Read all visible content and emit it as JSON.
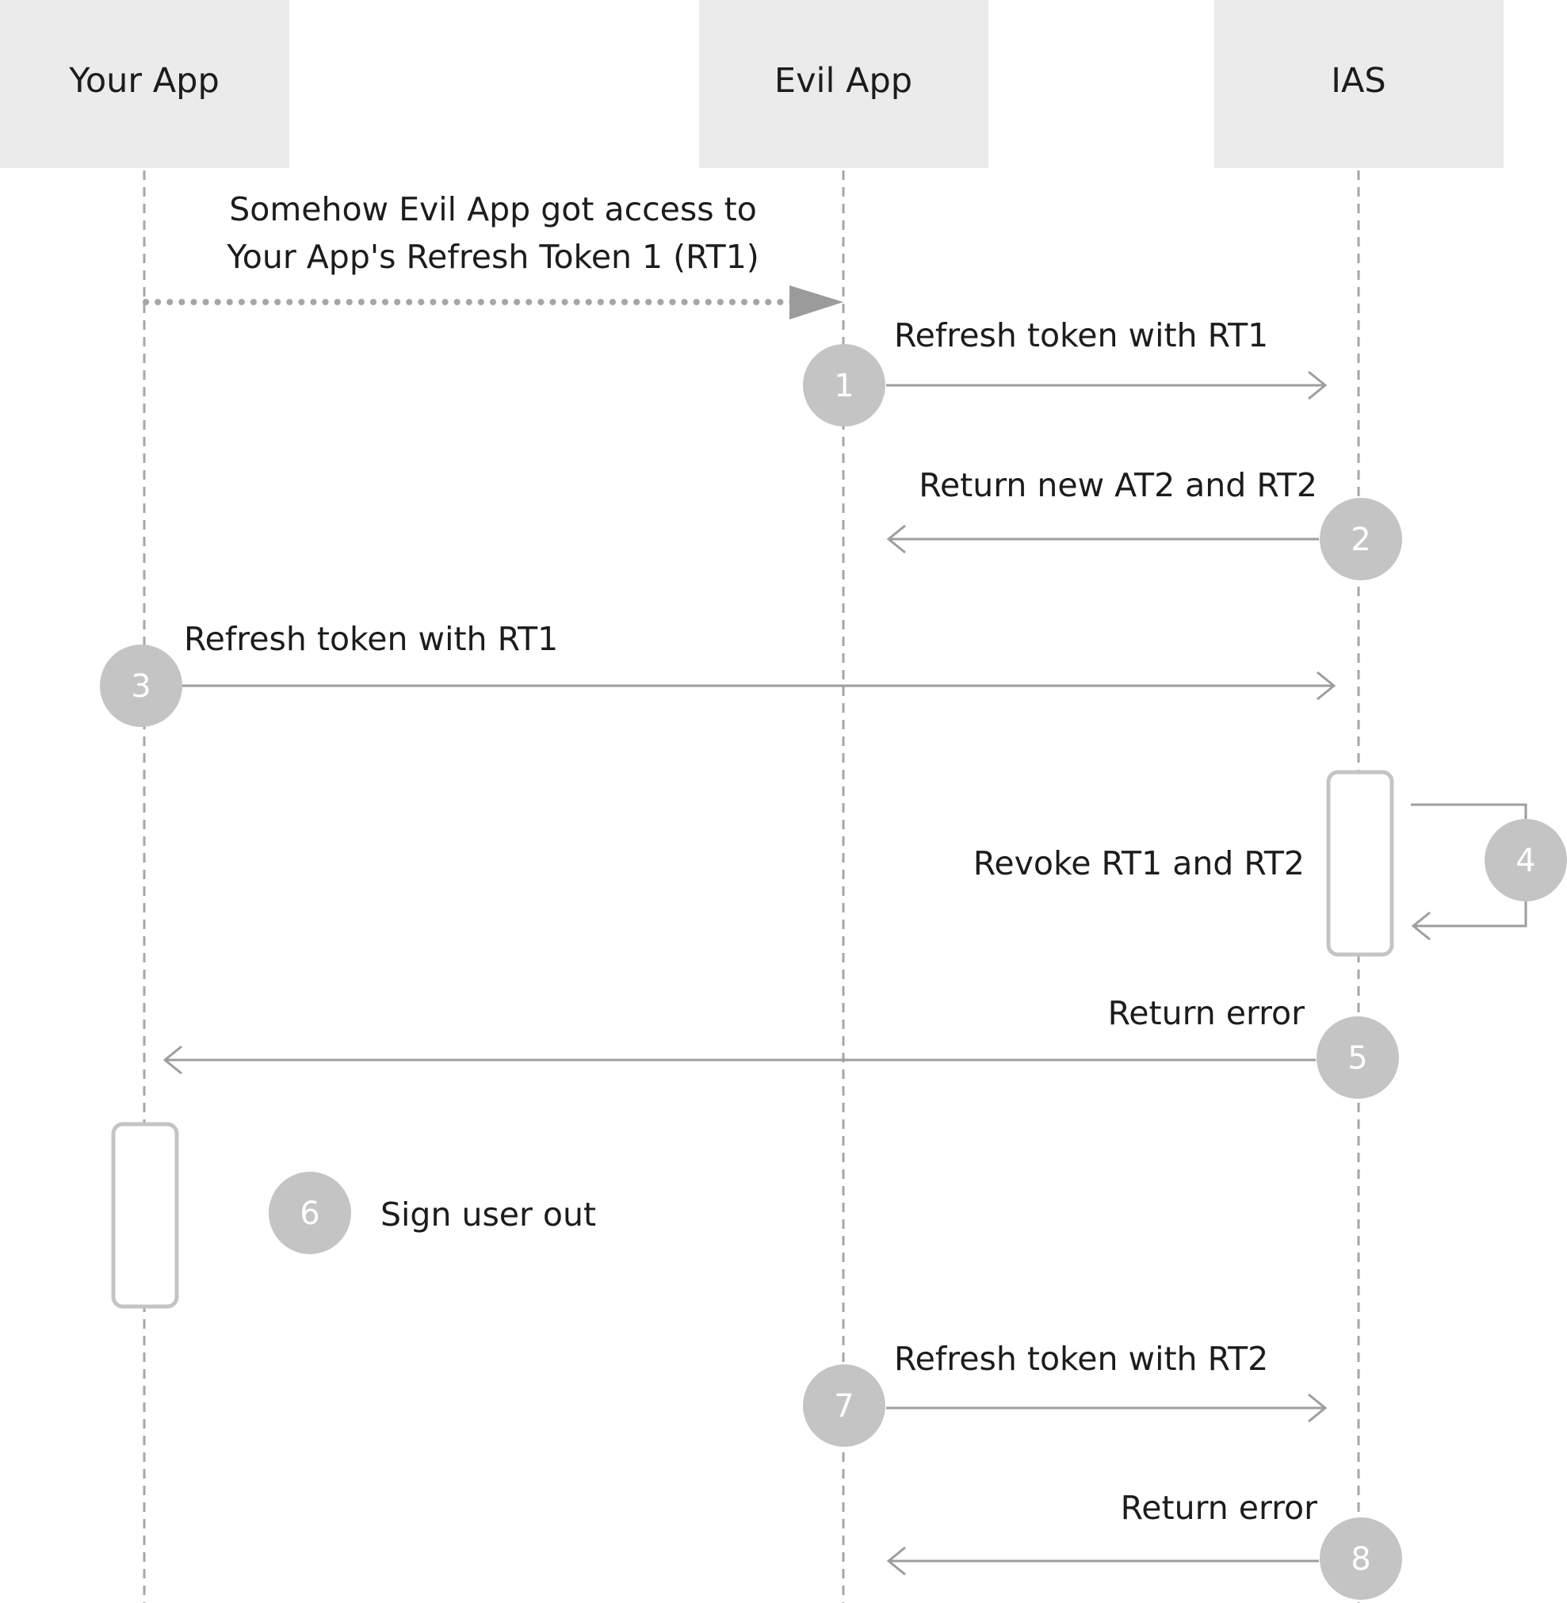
{
  "participants": {
    "your_app": "Your App",
    "evil_app": "Evil App",
    "ias": "IAS"
  },
  "intro_note": {
    "line1": "Somehow Evil App got access to",
    "line2": "Your App's Refresh Token 1 (RT1)"
  },
  "steps": [
    {
      "number": "1",
      "label": "Refresh token with RT1"
    },
    {
      "number": "2",
      "label": "Return new AT2 and RT2"
    },
    {
      "number": "3",
      "label": "Refresh token with RT1"
    },
    {
      "number": "4",
      "label": "Revoke RT1 and RT2"
    },
    {
      "number": "5",
      "label": "Return error"
    },
    {
      "number": "6",
      "label": "Sign user out"
    },
    {
      "number": "7",
      "label": "Refresh token with RT2"
    },
    {
      "number": "8",
      "label": "Return error"
    }
  ],
  "colors": {
    "header_bg": "#ebebeb",
    "step_circle": "#c4c4c4",
    "line": "#9e9e9e",
    "lifeline": "#a6a6a6",
    "activation_border": "#c4c4c4",
    "text": "#1c1c1c"
  }
}
